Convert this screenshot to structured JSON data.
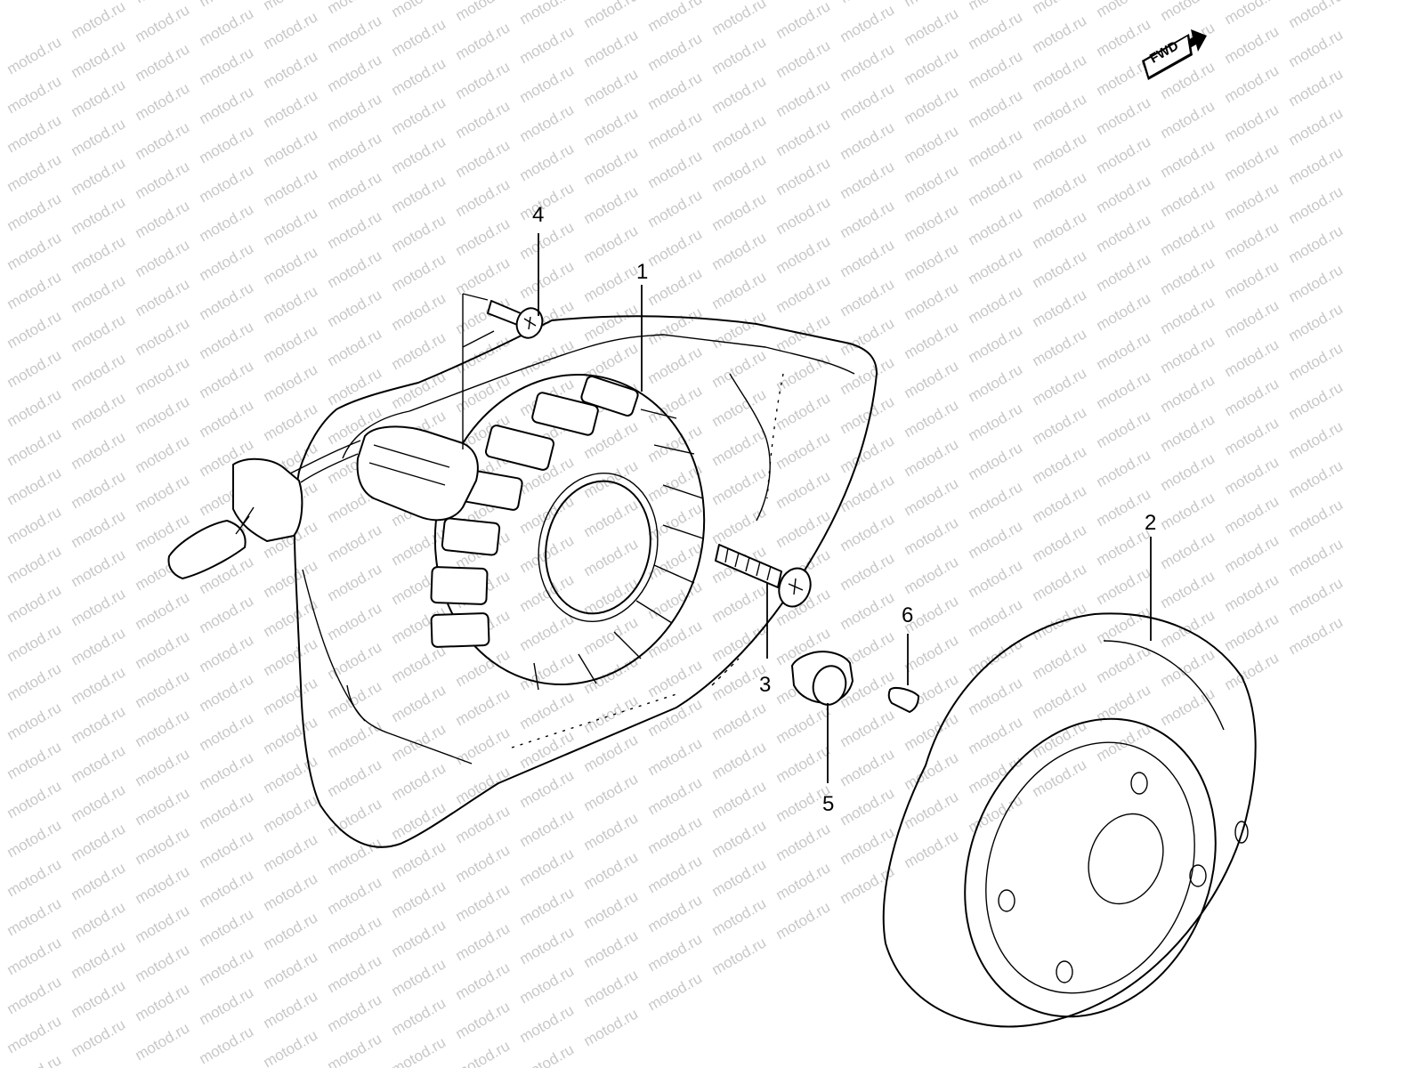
{
  "watermark": {
    "text": "motod.ru",
    "color": "#c8c8c8"
  },
  "badge": {
    "label": "FWD"
  },
  "callouts": [
    {
      "id": "1",
      "label": "1"
    },
    {
      "id": "2",
      "label": "2"
    },
    {
      "id": "3",
      "label": "3"
    },
    {
      "id": "4",
      "label": "4"
    },
    {
      "id": "5",
      "label": "5"
    },
    {
      "id": "6",
      "label": "6"
    }
  ],
  "parts": [
    {
      "callout": "1",
      "icon": "stator-coil-icon"
    },
    {
      "callout": "2",
      "icon": "flywheel-rotor-icon"
    },
    {
      "callout": "3",
      "icon": "bolt-icon"
    },
    {
      "callout": "4",
      "icon": "screw-icon"
    },
    {
      "callout": "5",
      "icon": "nut-icon"
    },
    {
      "callout": "6",
      "icon": "woodruff-key-icon"
    }
  ],
  "colors": {
    "line": "#000000",
    "background": "#ffffff"
  }
}
